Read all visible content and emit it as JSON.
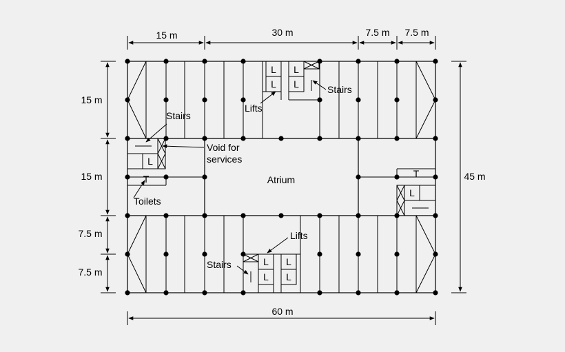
{
  "dimensions": {
    "top": [
      "15 m",
      "30 m",
      "7.5 m",
      "7.5 m"
    ],
    "left": [
      "15 m",
      "15 m",
      "7.5 m",
      "7.5 m"
    ],
    "right": "45 m",
    "bottom": "60 m"
  },
  "labels": {
    "atrium": "Atrium",
    "stairs": "Stairs",
    "lifts": "Lifts",
    "toilets": "Toilets",
    "void_line1": "Void for",
    "void_line2": "services",
    "lift": "L",
    "toilet": "T"
  }
}
